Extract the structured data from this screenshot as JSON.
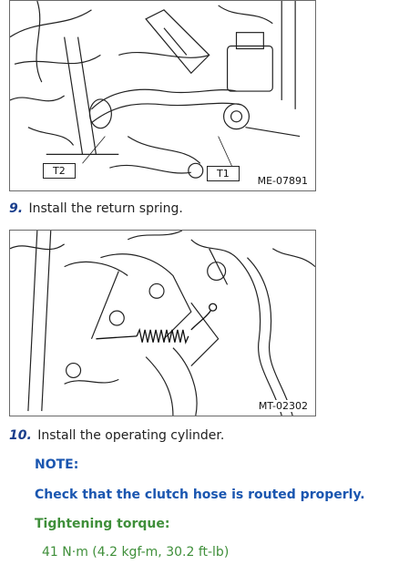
{
  "figure1": {
    "id": "ME-07891",
    "callouts": {
      "t1": "T1",
      "t2": "T2"
    }
  },
  "step9": {
    "number": "9.",
    "text": "Install the return spring."
  },
  "figure2": {
    "id": "MT-02302"
  },
  "step10": {
    "number": "10.",
    "text": "Install the operating cylinder."
  },
  "note": {
    "heading": "NOTE:",
    "text": "Check that the clutch hose is routed properly."
  },
  "torque": {
    "heading": "Tightening torque:",
    "value": "41 N·m (4.2 kgf-m, 30.2 ft-lb)"
  },
  "colors": {
    "step_number": "#1a3e8c",
    "note": "#1a56b0",
    "torque": "#3f8f3a"
  }
}
